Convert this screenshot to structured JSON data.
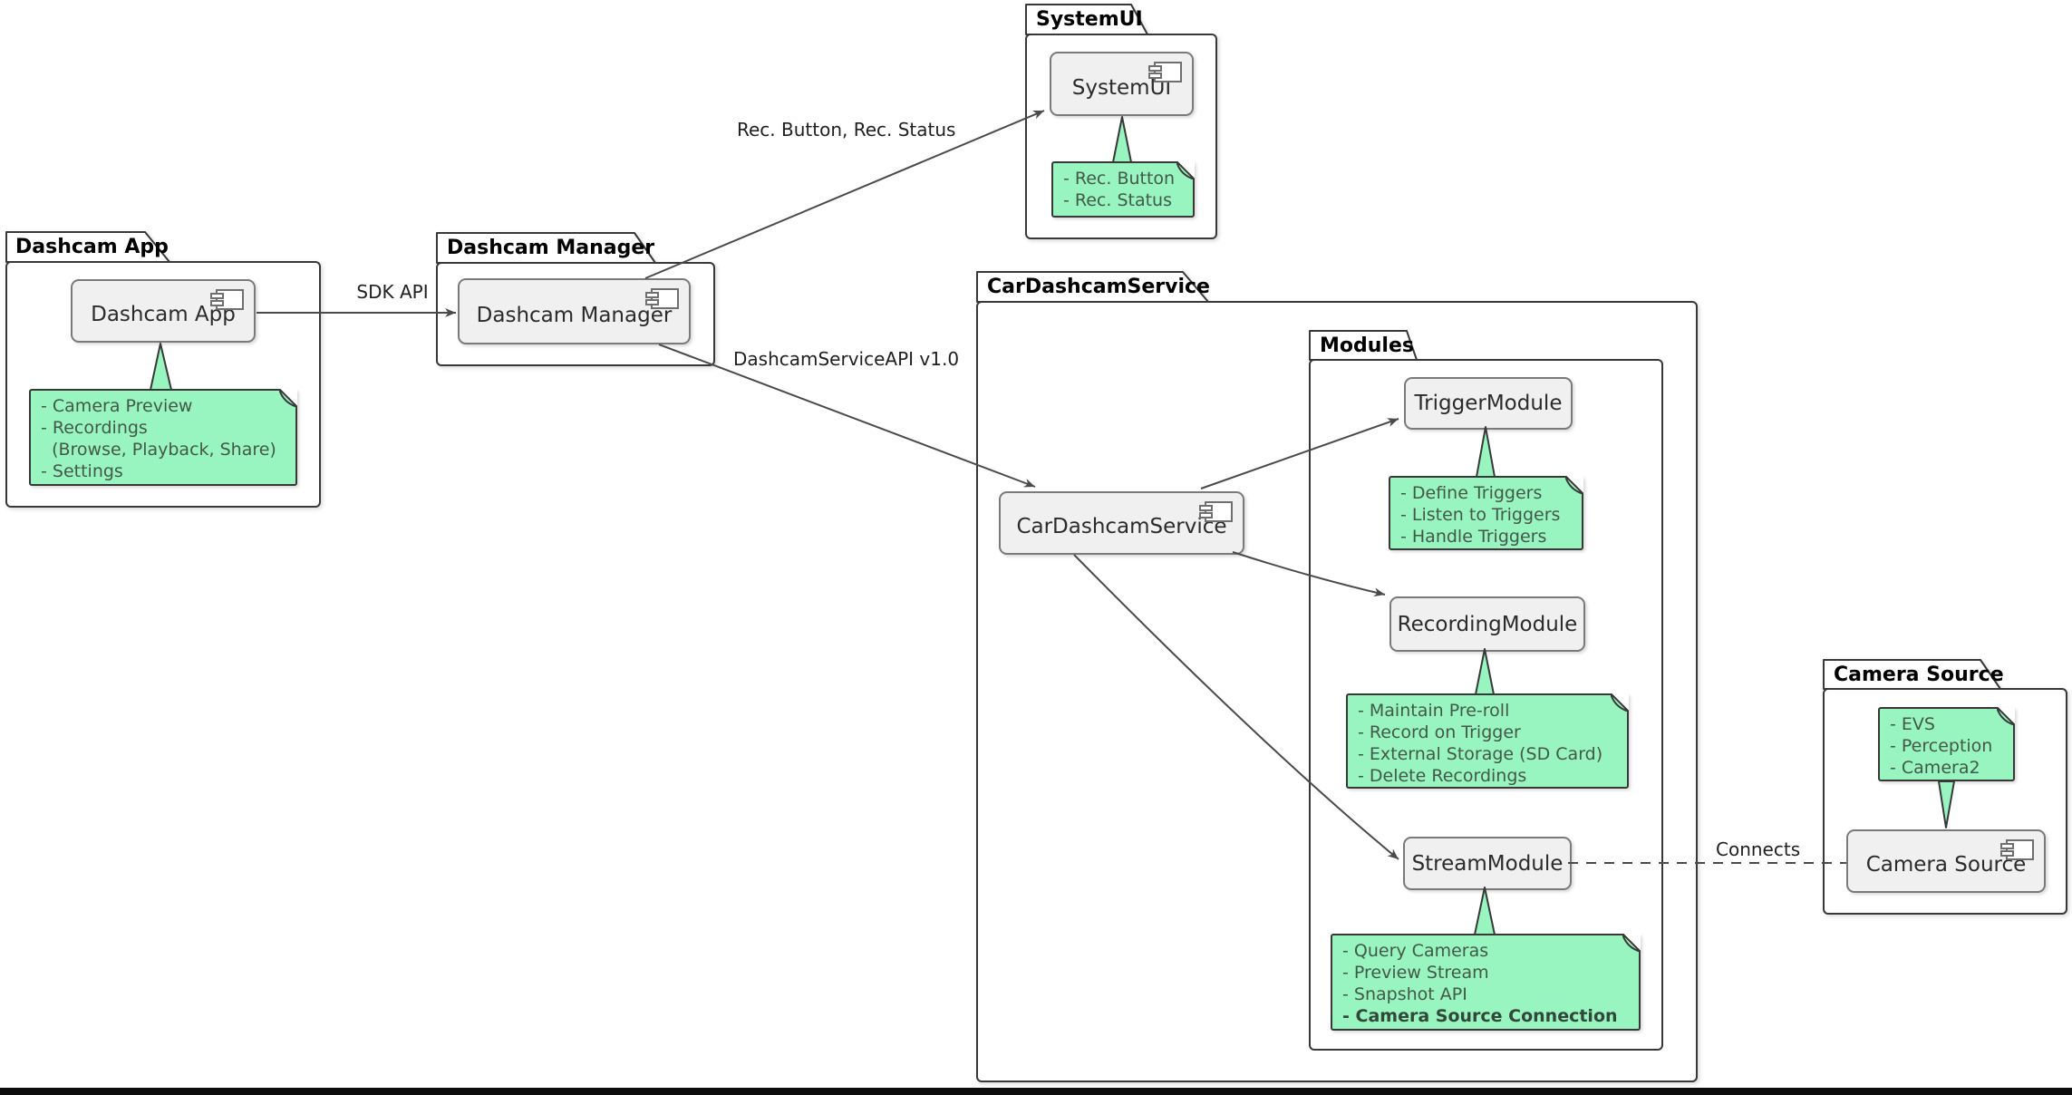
{
  "diagram": {
    "packages": {
      "dashcam_app": {
        "title": "Dashcam App"
      },
      "dashcam_manager": {
        "title": "Dashcam Manager"
      },
      "systemui": {
        "title": "SystemUI"
      },
      "car_dashcam_service": {
        "title": "CarDashcamService"
      },
      "modules": {
        "title": "Modules"
      },
      "camera_source": {
        "title": "Camera Source"
      }
    },
    "components": {
      "dashcam_app": {
        "label": "Dashcam App"
      },
      "dashcam_manager": {
        "label": "Dashcam Manager"
      },
      "systemui": {
        "label": "SystemUI"
      },
      "car_dashcam_service": {
        "label": "CarDashcamService"
      },
      "trigger_module": {
        "label": "TriggerModule"
      },
      "recording_module": {
        "label": "RecordingModule"
      },
      "stream_module": {
        "label": "StreamModule"
      },
      "camera_source": {
        "label": "Camera Source"
      }
    },
    "notes": {
      "dashcam_app": {
        "lines": [
          "- Camera Preview",
          "- Recordings",
          "  (Browse, Playback, Share)",
          "- Settings"
        ]
      },
      "systemui": {
        "lines": [
          "- Rec. Button",
          "- Rec. Status"
        ]
      },
      "trigger": {
        "lines": [
          "- Define Triggers",
          "- Listen to Triggers",
          "- Handle Triggers"
        ]
      },
      "recording": {
        "lines": [
          "- Maintain Pre-roll",
          "- Record on Trigger",
          "- External Storage (SD Card)",
          "- Delete Recordings"
        ]
      },
      "stream": {
        "lines": [
          "- Query Cameras",
          "- Preview Stream",
          "- Snapshot API",
          "- Camera Source Connection"
        ]
      },
      "camera": {
        "lines": [
          "- EVS",
          "- Perception",
          "- Camera2"
        ]
      }
    },
    "edges": {
      "sdk_api": {
        "label": "SDK API"
      },
      "rec_button": {
        "label": "Rec. Button, Rec. Status"
      },
      "service_api": {
        "label": "DashcamServiceAPI v1.0"
      },
      "connects": {
        "label": "Connects"
      }
    },
    "colors": {
      "note_fill": "#98F5BF",
      "component_fill": "#F0F0F0",
      "border": "#383838",
      "edge": "#4A4A4A"
    }
  }
}
